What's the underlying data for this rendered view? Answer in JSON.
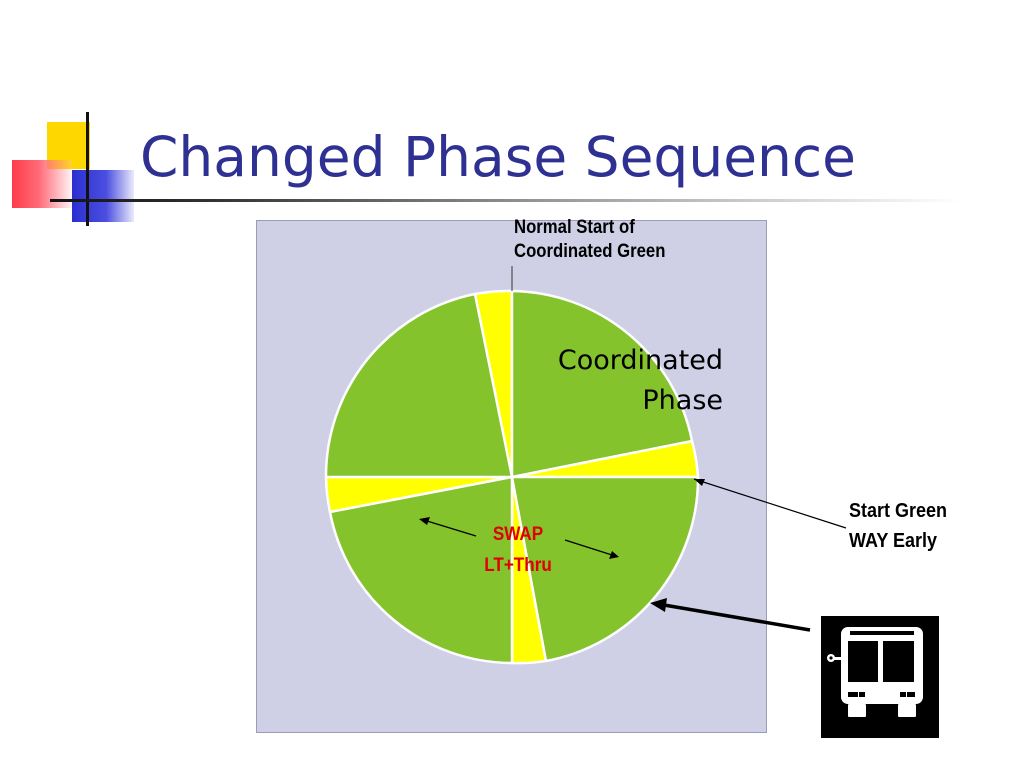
{
  "slide": {
    "title": "Changed Phase Sequence"
  },
  "diagram": {
    "labels": {
      "normal_start_line1": "Normal Start of",
      "normal_start_line2": "Coordinated Green",
      "coordinated_line1": "Coordinated",
      "coordinated_line2": "Phase",
      "swap_line1": "SWAP",
      "swap_line2": "LT+Thru",
      "start_green_line1": "Start Green",
      "start_green_line2": "WAY Early"
    },
    "icons": {
      "transit": "bus-icon"
    },
    "colors": {
      "title": "#2e3192",
      "panel": "#cfd0e6",
      "green_phase": "#84c32b",
      "yellow_clearance": "#ffff00",
      "swap_text": "#e00000",
      "deco_yellow": "#ffd700",
      "deco_red": "#ff3b4a",
      "deco_blue": "#2b2fd0"
    }
  }
}
